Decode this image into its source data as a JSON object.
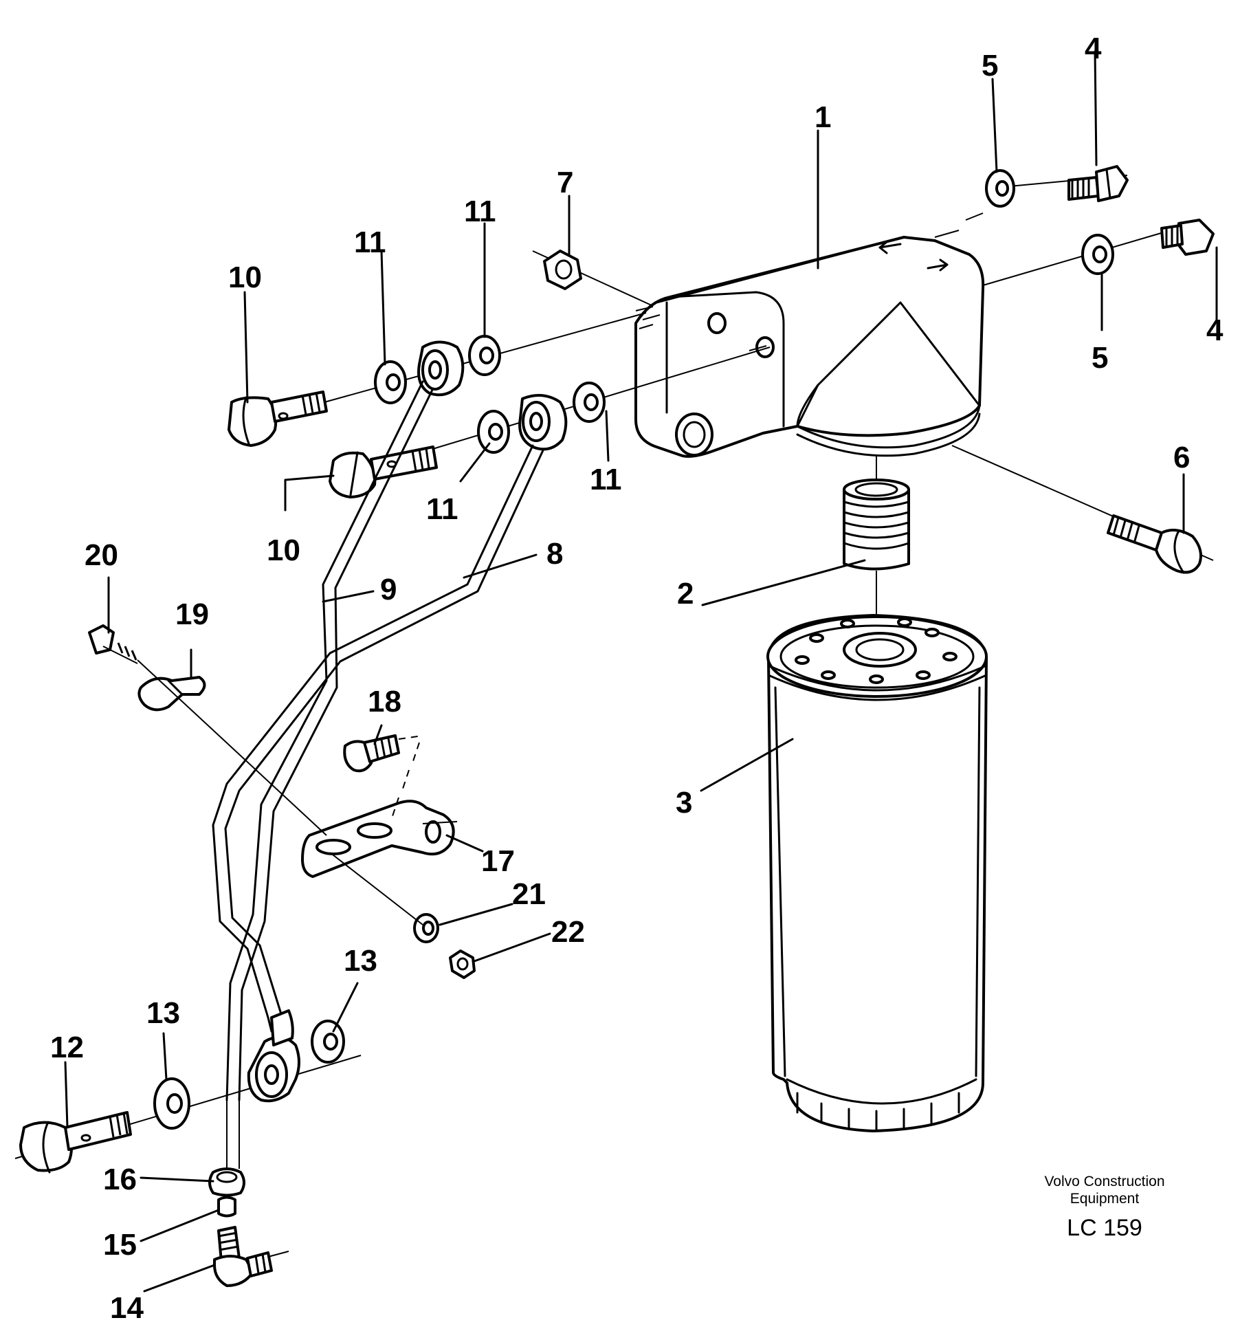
{
  "callouts": [
    {
      "id": "1",
      "label": "1"
    },
    {
      "id": "2",
      "label": "2"
    },
    {
      "id": "3",
      "label": "3"
    },
    {
      "id": "4a",
      "label": "4"
    },
    {
      "id": "4b",
      "label": "4"
    },
    {
      "id": "5a",
      "label": "5"
    },
    {
      "id": "5b",
      "label": "5"
    },
    {
      "id": "6",
      "label": "6"
    },
    {
      "id": "7",
      "label": "7"
    },
    {
      "id": "8",
      "label": "8"
    },
    {
      "id": "9",
      "label": "9"
    },
    {
      "id": "10a",
      "label": "10"
    },
    {
      "id": "10b",
      "label": "10"
    },
    {
      "id": "11a",
      "label": "11"
    },
    {
      "id": "11b",
      "label": "11"
    },
    {
      "id": "11c",
      "label": "11"
    },
    {
      "id": "11d",
      "label": "11"
    },
    {
      "id": "12",
      "label": "12"
    },
    {
      "id": "13a",
      "label": "13"
    },
    {
      "id": "13b",
      "label": "13"
    },
    {
      "id": "14",
      "label": "14"
    },
    {
      "id": "15",
      "label": "15"
    },
    {
      "id": "16",
      "label": "16"
    },
    {
      "id": "17",
      "label": "17"
    },
    {
      "id": "18",
      "label": "18"
    },
    {
      "id": "19",
      "label": "19"
    },
    {
      "id": "20",
      "label": "20"
    },
    {
      "id": "21",
      "label": "21"
    },
    {
      "id": "22",
      "label": "22"
    }
  ],
  "footer": {
    "brand_line1": "Volvo Construction",
    "brand_line2": "Equipment",
    "code": "LC 159"
  }
}
